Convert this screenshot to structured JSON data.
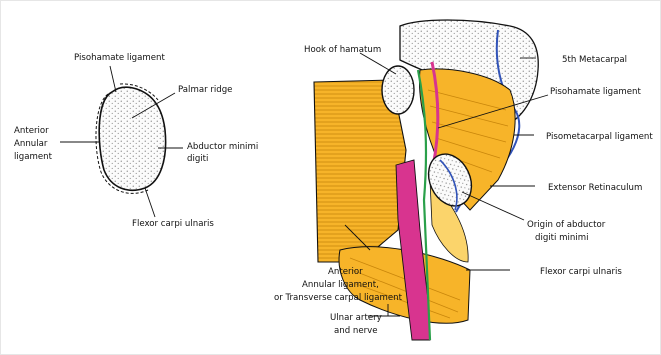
{
  "colors": {
    "muscle": "#f7b429",
    "muscle_dark": "#e39a12",
    "muscle_light": "#fbd46b",
    "ligament": "#f5c94a",
    "bone": "#fbfbfb",
    "artery": "#d8348f",
    "nerve": "#2aa04a",
    "retinaculum": "#3153b8"
  },
  "left_diagram": {
    "labels": {
      "pisohamate": "Pisohamate ligament",
      "palmar_ridge": "Palmar ridge",
      "anterior_1": "Anterior",
      "anterior_2": "Annular",
      "anterior_3": "ligament",
      "abductor_1": "Abductor minimi",
      "abductor_2": "digiti",
      "flexor": "Flexor carpi ulnaris"
    }
  },
  "right_diagram": {
    "labels": {
      "hook": "Hook of hamatum",
      "metacarpal5": "5th Metacarpal",
      "pisohamate": "Pisohamate ligament",
      "pisometacarpal": "Pisometacarpal ligament",
      "extensor": "Extensor Retinaculum",
      "origin_1": "Origin of abductor",
      "origin_2": "digiti minimi",
      "flexor": "Flexor carpi ulnaris",
      "anterior_1": "Anterior",
      "anterior_2": "Annular ligament,",
      "anterior_3": "or Transverse carpal ligament",
      "ulnar_1": "Ulnar artery",
      "ulnar_2": "and nerve"
    }
  }
}
